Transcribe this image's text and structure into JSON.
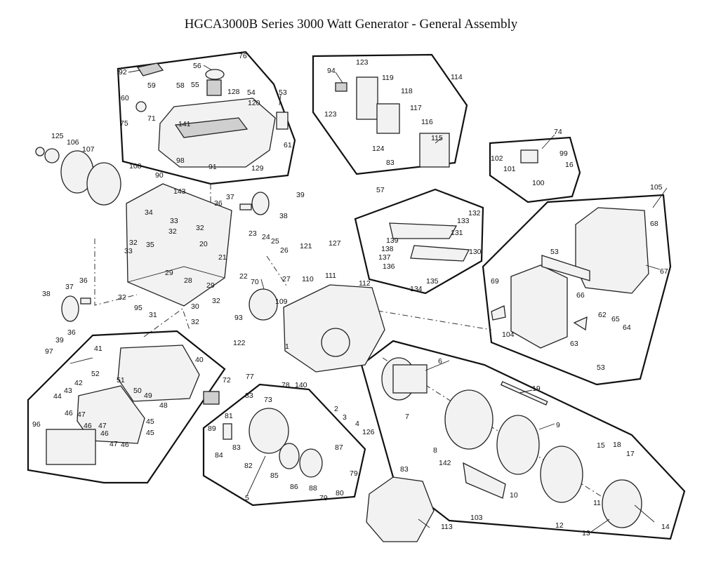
{
  "title": "HGCA3000B Series 3000 Watt Generator - General Assembly",
  "callouts": [
    {
      "id": "c92",
      "text": "92"
    },
    {
      "id": "c76",
      "text": "76"
    },
    {
      "id": "c56",
      "text": "56"
    },
    {
      "id": "c55",
      "text": "55"
    },
    {
      "id": "c59",
      "text": "59"
    },
    {
      "id": "c58",
      "text": "58"
    },
    {
      "id": "c128",
      "text": "128"
    },
    {
      "id": "c54",
      "text": "54"
    },
    {
      "id": "c53a",
      "text": "53"
    },
    {
      "id": "c60",
      "text": "60"
    },
    {
      "id": "c120",
      "text": "120"
    },
    {
      "id": "c71",
      "text": "71"
    },
    {
      "id": "c75",
      "text": "75"
    },
    {
      "id": "c141",
      "text": "141"
    },
    {
      "id": "c61",
      "text": "61"
    },
    {
      "id": "c98",
      "text": "98"
    },
    {
      "id": "c91",
      "text": "91"
    },
    {
      "id": "c129",
      "text": "129"
    },
    {
      "id": "c125",
      "text": "125"
    },
    {
      "id": "c106",
      "text": "106"
    },
    {
      "id": "c107",
      "text": "107"
    },
    {
      "id": "c108",
      "text": "108"
    },
    {
      "id": "c90",
      "text": "90"
    },
    {
      "id": "c143",
      "text": "143"
    },
    {
      "id": "c37a",
      "text": "37"
    },
    {
      "id": "c39a",
      "text": "39"
    },
    {
      "id": "c36a",
      "text": "36"
    },
    {
      "id": "c38a",
      "text": "38"
    },
    {
      "id": "c34",
      "text": "34"
    },
    {
      "id": "c33a",
      "text": "33"
    },
    {
      "id": "c32a",
      "text": "32"
    },
    {
      "id": "c32b",
      "text": "32"
    },
    {
      "id": "c20",
      "text": "20"
    },
    {
      "id": "c21",
      "text": "21"
    },
    {
      "id": "c32c",
      "text": "32"
    },
    {
      "id": "c35",
      "text": "35"
    },
    {
      "id": "c33b",
      "text": "33"
    },
    {
      "id": "c29a",
      "text": "29"
    },
    {
      "id": "c28",
      "text": "28"
    },
    {
      "id": "c29b",
      "text": "29"
    },
    {
      "id": "c32d",
      "text": "32"
    },
    {
      "id": "c95",
      "text": "95"
    },
    {
      "id": "c31",
      "text": "31"
    },
    {
      "id": "c30",
      "text": "30"
    },
    {
      "id": "c32e",
      "text": "32"
    },
    {
      "id": "c32f",
      "text": "32"
    },
    {
      "id": "c38b",
      "text": "38"
    },
    {
      "id": "c37b",
      "text": "37"
    },
    {
      "id": "c36b",
      "text": "36"
    },
    {
      "id": "c36c",
      "text": "36"
    },
    {
      "id": "c39b",
      "text": "39"
    },
    {
      "id": "c94",
      "text": "94"
    },
    {
      "id": "c123a",
      "text": "123"
    },
    {
      "id": "c119",
      "text": "119"
    },
    {
      "id": "c114",
      "text": "114"
    },
    {
      "id": "c118",
      "text": "118"
    },
    {
      "id": "c117",
      "text": "117"
    },
    {
      "id": "c123b",
      "text": "123"
    },
    {
      "id": "c116",
      "text": "116"
    },
    {
      "id": "c124",
      "text": "124"
    },
    {
      "id": "c115",
      "text": "115"
    },
    {
      "id": "c83a",
      "text": "83"
    },
    {
      "id": "c74",
      "text": "74"
    },
    {
      "id": "c102",
      "text": "102"
    },
    {
      "id": "c99",
      "text": "99"
    },
    {
      "id": "c101",
      "text": "101"
    },
    {
      "id": "c16",
      "text": "16"
    },
    {
      "id": "c100",
      "text": "100"
    },
    {
      "id": "c57",
      "text": "57"
    },
    {
      "id": "c132",
      "text": "132"
    },
    {
      "id": "c133",
      "text": "133"
    },
    {
      "id": "c131",
      "text": "131"
    },
    {
      "id": "c139",
      "text": "139"
    },
    {
      "id": "c138",
      "text": "138"
    },
    {
      "id": "c130",
      "text": "130"
    },
    {
      "id": "c137",
      "text": "137"
    },
    {
      "id": "c136",
      "text": "136"
    },
    {
      "id": "c135",
      "text": "135"
    },
    {
      "id": "c134",
      "text": "134"
    },
    {
      "id": "c105",
      "text": "105"
    },
    {
      "id": "c68",
      "text": "68"
    },
    {
      "id": "c53b",
      "text": "53"
    },
    {
      "id": "c67",
      "text": "67"
    },
    {
      "id": "c69",
      "text": "69"
    },
    {
      "id": "c66",
      "text": "66"
    },
    {
      "id": "c62",
      "text": "62"
    },
    {
      "id": "c65",
      "text": "65"
    },
    {
      "id": "c64",
      "text": "64"
    },
    {
      "id": "c104",
      "text": "104"
    },
    {
      "id": "c63",
      "text": "63"
    },
    {
      "id": "c53c",
      "text": "53"
    },
    {
      "id": "c23",
      "text": "23"
    },
    {
      "id": "c24",
      "text": "24"
    },
    {
      "id": "c25",
      "text": "25"
    },
    {
      "id": "c26",
      "text": "26"
    },
    {
      "id": "c121",
      "text": "121"
    },
    {
      "id": "c127",
      "text": "127"
    },
    {
      "id": "c22",
      "text": "22"
    },
    {
      "id": "c70",
      "text": "70"
    },
    {
      "id": "c27",
      "text": "27"
    },
    {
      "id": "c110",
      "text": "110"
    },
    {
      "id": "c111",
      "text": "111"
    },
    {
      "id": "c112",
      "text": "112"
    },
    {
      "id": "c109",
      "text": "109"
    },
    {
      "id": "c93",
      "text": "93"
    },
    {
      "id": "c1",
      "text": "1"
    },
    {
      "id": "c122",
      "text": "122"
    },
    {
      "id": "c77",
      "text": "77"
    },
    {
      "id": "c78",
      "text": "78"
    },
    {
      "id": "c140",
      "text": "140"
    },
    {
      "id": "c6",
      "text": "6"
    },
    {
      "id": "c19",
      "text": "19"
    },
    {
      "id": "c2",
      "text": "2"
    },
    {
      "id": "c3",
      "text": "3"
    },
    {
      "id": "c4",
      "text": "4"
    },
    {
      "id": "c126",
      "text": "126"
    },
    {
      "id": "c7",
      "text": "7"
    },
    {
      "id": "c9",
      "text": "9"
    },
    {
      "id": "c8",
      "text": "8"
    },
    {
      "id": "c142",
      "text": "142"
    },
    {
      "id": "c15",
      "text": "15"
    },
    {
      "id": "c18",
      "text": "18"
    },
    {
      "id": "c17",
      "text": "17"
    },
    {
      "id": "c10",
      "text": "10"
    },
    {
      "id": "c11",
      "text": "11"
    },
    {
      "id": "c103",
      "text": "103"
    },
    {
      "id": "c12",
      "text": "12"
    },
    {
      "id": "c13",
      "text": "13"
    },
    {
      "id": "c14",
      "text": "14"
    },
    {
      "id": "c97",
      "text": "97"
    },
    {
      "id": "c41",
      "text": "41"
    },
    {
      "id": "c40",
      "text": "40"
    },
    {
      "id": "c52",
      "text": "52"
    },
    {
      "id": "c42",
      "text": "42"
    },
    {
      "id": "c51",
      "text": "51"
    },
    {
      "id": "c44",
      "text": "44"
    },
    {
      "id": "c43",
      "text": "43"
    },
    {
      "id": "c50",
      "text": "50"
    },
    {
      "id": "c49",
      "text": "49"
    },
    {
      "id": "c46a",
      "text": "46"
    },
    {
      "id": "c47a",
      "text": "47"
    },
    {
      "id": "c48",
      "text": "48"
    },
    {
      "id": "c46b",
      "text": "46"
    },
    {
      "id": "c47b",
      "text": "47"
    },
    {
      "id": "c45a",
      "text": "45"
    },
    {
      "id": "c46c",
      "text": "46"
    },
    {
      "id": "c45b",
      "text": "45"
    },
    {
      "id": "c47c",
      "text": "47"
    },
    {
      "id": "c46d",
      "text": "46"
    },
    {
      "id": "c96",
      "text": "96"
    },
    {
      "id": "c72",
      "text": "72"
    },
    {
      "id": "c83b",
      "text": "83"
    },
    {
      "id": "c73",
      "text": "73"
    },
    {
      "id": "c81",
      "text": "81"
    },
    {
      "id": "c89",
      "text": "89"
    },
    {
      "id": "c83c",
      "text": "83"
    },
    {
      "id": "c84",
      "text": "84"
    },
    {
      "id": "c82",
      "text": "82"
    },
    {
      "id": "c87",
      "text": "87"
    },
    {
      "id": "c85",
      "text": "85"
    },
    {
      "id": "c79a",
      "text": "79"
    },
    {
      "id": "c86",
      "text": "86"
    },
    {
      "id": "c88",
      "text": "88"
    },
    {
      "id": "c79b",
      "text": "79"
    },
    {
      "id": "c80",
      "text": "80"
    },
    {
      "id": "c5",
      "text": "5"
    },
    {
      "id": "c83d",
      "text": "83"
    },
    {
      "id": "c113",
      "text": "113"
    }
  ]
}
